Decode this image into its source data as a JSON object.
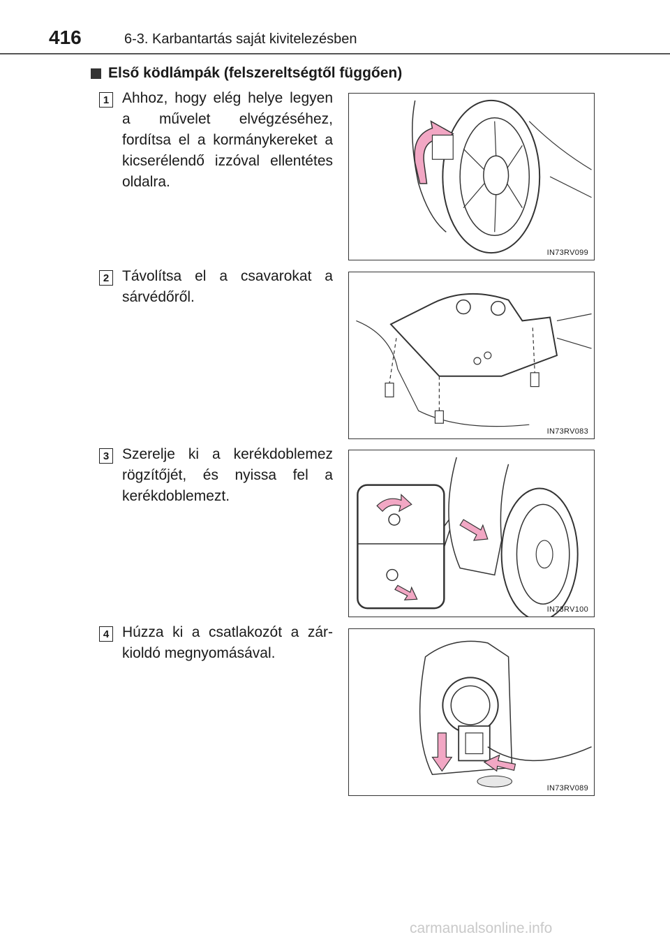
{
  "header": {
    "page_number": "416",
    "chapter": "6-3. Karbantartás saját kivitelezésben"
  },
  "section": {
    "title": "Első ködlámpák (felszereltségtől függően)"
  },
  "steps": [
    {
      "number": "1",
      "text": "Ahhoz, hogy elég helye legyen a művelet elvégzéséhez, fordítsa el a kormánykereket a kicserélendő izzóval ellentétes oldalra.",
      "figure_id": "IN73RV099"
    },
    {
      "number": "2",
      "text": "Távolítsa el a csavarokat a sárvédőről.",
      "figure_id": "IN73RV083"
    },
    {
      "number": "3",
      "text": "Szerelje ki a kerékdoblemez rögzítőjét, és nyissa fel a kerékdoblemezt.",
      "figure_id": "IN73RV100"
    },
    {
      "number": "4",
      "text": "Húzza ki a csatlakozót a zár-kioldó megnyomásával.",
      "figure_id": "IN73RV089"
    }
  ],
  "watermark": "carmanualsonline.info",
  "colors": {
    "arrow_pink": "#f2a7c4",
    "line": "#333333"
  }
}
